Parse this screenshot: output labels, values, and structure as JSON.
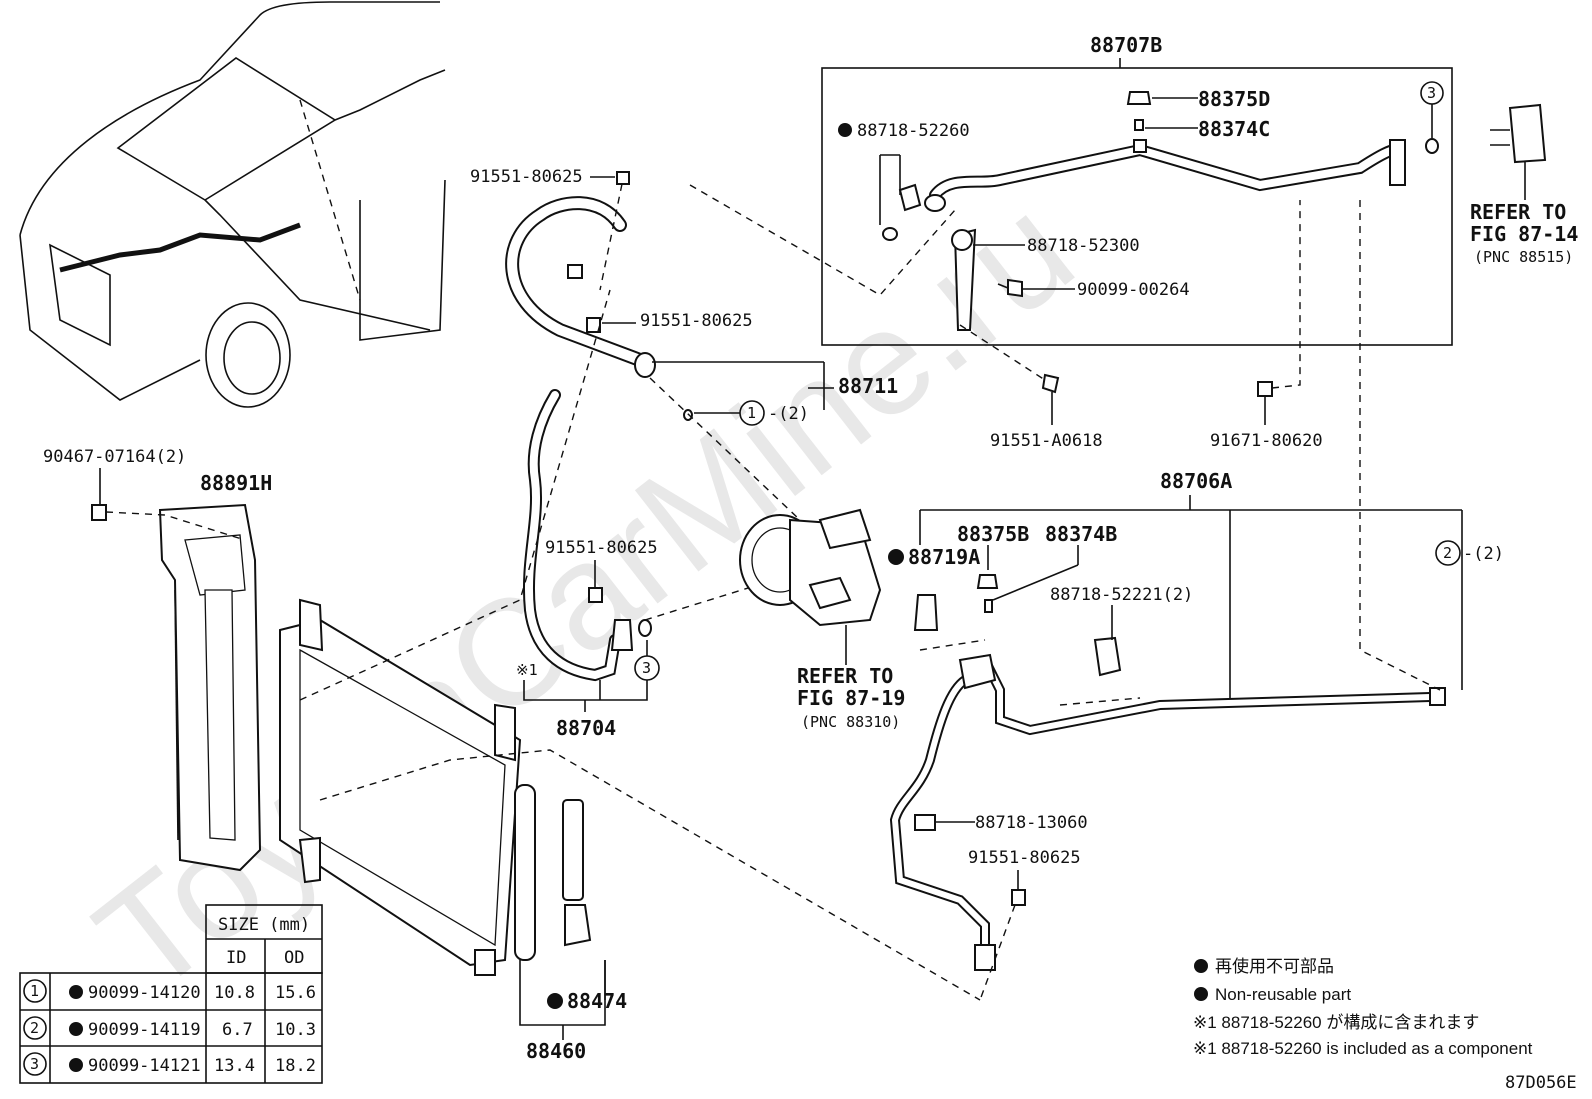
{
  "watermark": "ToyotaCarMine.ru",
  "diagram_code": "87D056E",
  "parts": {
    "p88707B": "88707B",
    "p88375D": "88375D",
    "p88374C": "88374C",
    "p88718_52260": "88718-52260",
    "p88718_52300": "88718-52300",
    "p90099_00264": "90099-00264",
    "p91551_A0618": "91551-A0618",
    "p91671_80620": "91671-80620",
    "p91551_80625_a": "91551-80625",
    "p91551_80625_b": "91551-80625",
    "p91551_80625_c": "91551-80625",
    "p91551_80625_d": "91551-80625",
    "p88711": "88711",
    "p88711_ref": "-(2)",
    "p90467": "90467-07164(2)",
    "p88891H": "88891H",
    "p88706A": "88706A",
    "p88375B": "88375B",
    "p88374B": "88374B",
    "p88719A": "88719A",
    "p88718_52221": "88718-52221(2)",
    "p88718_13060": "88718-13060",
    "p88704": "88704",
    "p88704_mark": "※1",
    "p88474": "88474",
    "p88460": "88460",
    "p2_ref": "-(2)"
  },
  "refs": {
    "fig8714_l1": "REFER TO",
    "fig8714_l2": "FIG 87-14",
    "fig8714_l3": "(PNC 88515)",
    "fig8719_l1": "REFER TO",
    "fig8719_l2": "FIG 87-19",
    "fig8719_l3": "(PNC 88310)"
  },
  "markers": {
    "m1": "1",
    "m2": "2",
    "m3": "3"
  },
  "size_table": {
    "header": "SIZE (mm)",
    "col_id": "ID",
    "col_od": "OD",
    "rows": [
      {
        "ref": "1",
        "part": "90099-14120",
        "id": "10.8",
        "od": "15.6"
      },
      {
        "ref": "2",
        "part": "90099-14119",
        "id": "6.7",
        "od": "10.3"
      },
      {
        "ref": "3",
        "part": "90099-14121",
        "id": "13.4",
        "od": "18.2"
      }
    ]
  },
  "legend": {
    "line1": "再使用不可部品",
    "line2": "Non-reusable part",
    "line3": "※1 88718-52260 が構成に含まれます",
    "line4": "※1 88718-52260 is included as a component"
  }
}
